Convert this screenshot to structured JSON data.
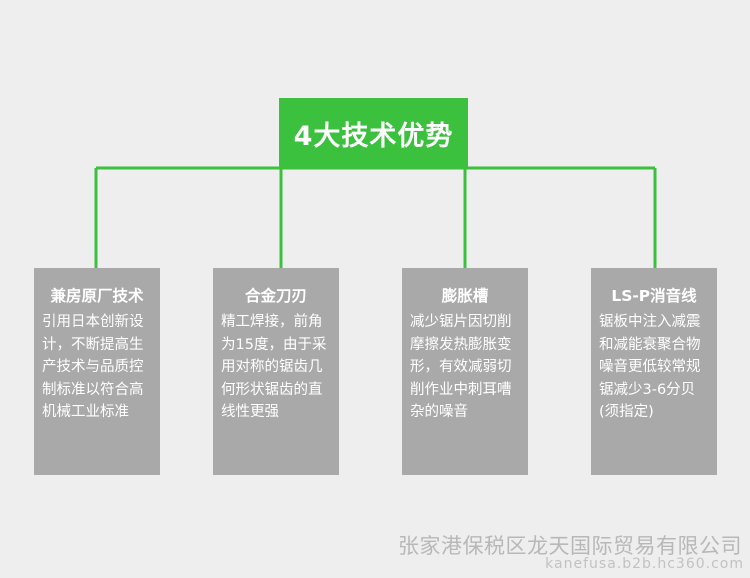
{
  "title": "4大技术优势",
  "colors": {
    "accent": "#3cc13f",
    "card": "#a9a9a9",
    "background": "#eeeeee"
  },
  "cards": [
    {
      "title": "兼房原厂技术",
      "text": "引用日本创新设计，不断提高生产技术与品质控制标准以符合高机械工业标准"
    },
    {
      "title": "合金刀刃",
      "text": "精工焊接，前角为15度，由于采用对称的锯齿几何形状锯齿的直线性更强"
    },
    {
      "title": "膨胀槽",
      "text": "减少锯片因切削摩擦发热膨胀变形，有效减弱切削作业中刺耳嘈杂的噪音"
    },
    {
      "title": "LS-P消音线",
      "text": "锯板中注入减震和减能衰聚合物噪音更低较常规锯减少3-6分贝(须指定)"
    }
  ],
  "footer": {
    "company": "张家港保税区龙天国际贸易有限公司",
    "site": "kanefusa.b2b.hc360.com"
  }
}
